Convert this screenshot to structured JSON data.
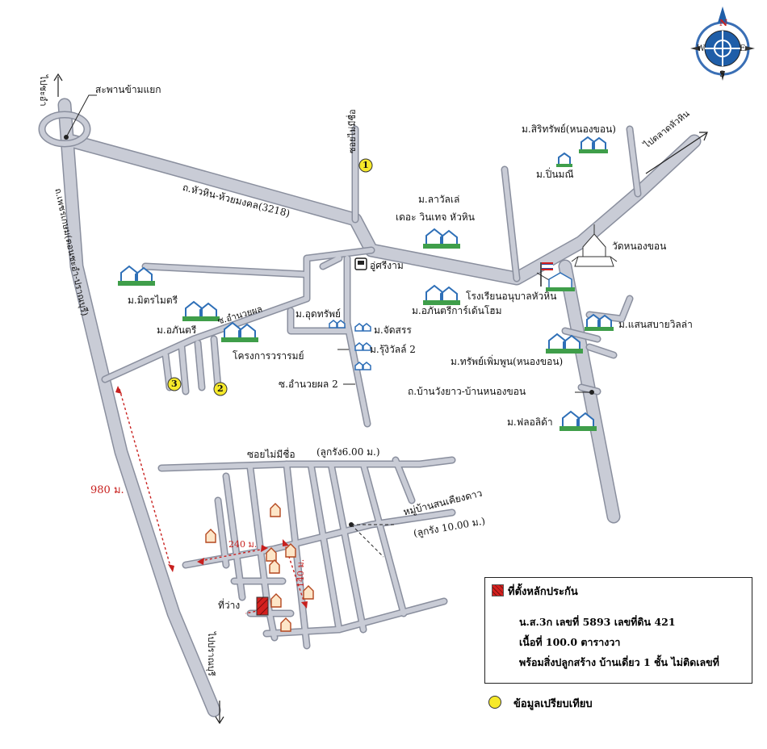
{
  "map": {
    "roads": {
      "huahin_huaimongkol": "ถ.หัวหิน-ห้วยมงคล(3218)",
      "phetkasem": "ถ.เพชรเกษม(ตอนชะอำ-ปราณบุรี)",
      "ban_wang_yao": "ถ.บ้านวังยาว-บ้านหนองขอน",
      "soi_no_name_top": "ซอยไม่มีชื่อ",
      "soi_no_name_bottom": "ซอยไม่มีชื่อ",
      "soi_width_6": "(ลูกรัง6.00 ม.)",
      "amnuaiphon_2": "ซ.อำนวยผล 2",
      "amnuaiphon": "ซ.อำนวยผล",
      "to_cha_am": "ไปชะอำ",
      "to_pranburi": "ไปปราณบุรี",
      "to_talat_huahin": "ไปตลาดหัวหิน"
    },
    "places": {
      "sapan_kham_yaek": "สะพานข้ามแยก",
      "mu_mitr_maitri": "ม.มิตรไมตรี",
      "mu_aphanthri": "ม.อภันตรี",
      "rong_kan_woraphay": "โครงการวรารมย์",
      "mu_udomsap": "ม.อุดทรัพย์",
      "mu_jatsan": "ม.จัดสรร",
      "mu_rusitrat_2": "ม.รุ้งิวัลล์ 2",
      "u_si_ngam": "อู่ศรีงาม",
      "mu_lavalle": "ม.ลาวัลเล่",
      "the_vintage": "เดอะ วินเทจ หัวหิน",
      "mu_sirisap": "ม.สิริทรัพย์(หนองขอน)",
      "mu_pinmani": "ม.ปิ่นมณี",
      "wat_nong_khon": "วัดหนองขอน",
      "school": "โรงเรียนอนุบาลหัวหิน",
      "mu_aphanthri_garden": "ม.อภันตรีการ์เด้นโฮม",
      "mu_saensabai": "ม.แสนสบายวิลล่า",
      "mu_sappoempoon": "ม.ทรัพย์เพิ่มพูน(หนองขอน)",
      "mu_floridas": "ม.ฟลอลิด้า",
      "mu_ban_samnieng": "หมู่บ้านสนเคียงดาว",
      "soi_width_10": "(ลูกรัง 10.00 ม.)",
      "vacant_land": "ที่ว่าง"
    },
    "distances": {
      "d980": "980 ม.",
      "d240": "240 ม.",
      "d140": "140 ม."
    },
    "comparables": [
      "1",
      "2",
      "3"
    ]
  },
  "compass": {
    "n": "N",
    "s": "S",
    "e": "E",
    "w": "W"
  },
  "legend": {
    "collateral_title": "ที่ตั้งหลักประกัน",
    "line1": "น.ส.3ก เลขที่ 5893 เลขที่ดิน 421",
    "line2": "เนื้อที่ 100.0 ตารางวา",
    "line3": "พร้อมสิ่งปลูกสร้าง บ้านเดี่ยว 1 ชั้น ไม่ติดเลขที่",
    "comparable_label": "ข้อมูลเปรียบเทียบ"
  },
  "colors": {
    "road_fill": "#c9ccd6",
    "road_edge": "#8a8f9e",
    "village_icon": "#2e6fb7",
    "collateral": "#d4201e",
    "comparable": "#f6e92a",
    "distance": "#c8201e"
  }
}
